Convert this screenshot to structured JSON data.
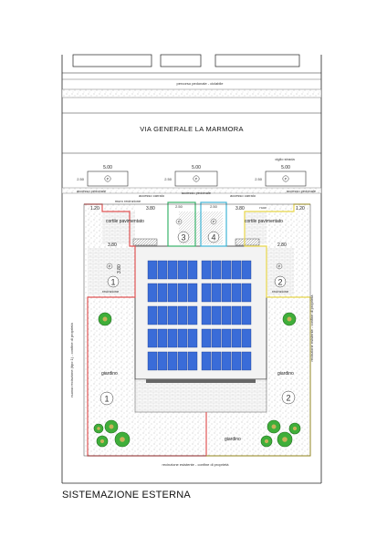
{
  "road": {
    "path_label": "percorso pedonale - ciclabile",
    "street_name": "VIA GENERALE LA MARMORA",
    "curb_label": "ciglio strada"
  },
  "parking": {
    "width_label": "5.00",
    "depth_label": "2.50",
    "symbol": "P"
  },
  "access": {
    "pedestrian_left": "accesso pedonale",
    "pedestrian_center": "accesso pedonale",
    "pedestrian_right": "accesso pedonale",
    "vehicle_left": "accesso carraio",
    "vehicle_right": "accesso carraio",
    "gate_left": "muro recinzione",
    "gate_right": "nuovo rec.(tipo 2)",
    "width_mid_left": "3.80",
    "width_mid_right": "3.80",
    "width_edge_left": "1.20",
    "width_edge_right": "1.20",
    "dim_250_left": "2.50",
    "dim_250_right": "2.50"
  },
  "labels": {
    "paved_yard_left": "cortile pavimentato",
    "paved_yard_right": "cortile pavimentato",
    "garden_left": "giardino",
    "garden_right": "giardino",
    "garden_bottom": "giardino",
    "recinzione": "recinzione",
    "fence_bottom": "recinzione esistente - confine di proprietà",
    "fence_left": "nuova recinzione (tipo 1) - confine di proprietà",
    "fence_right": "recinzione esistente - confine di proprietà",
    "dim_380": "3.80",
    "dim_280": "2.80",
    "dim_380b": "3.80",
    "unit_1": "1",
    "unit_2": "2",
    "unit_3": "3",
    "unit_4": "4"
  },
  "title": "SISTEMAZIONE ESTERNA"
}
